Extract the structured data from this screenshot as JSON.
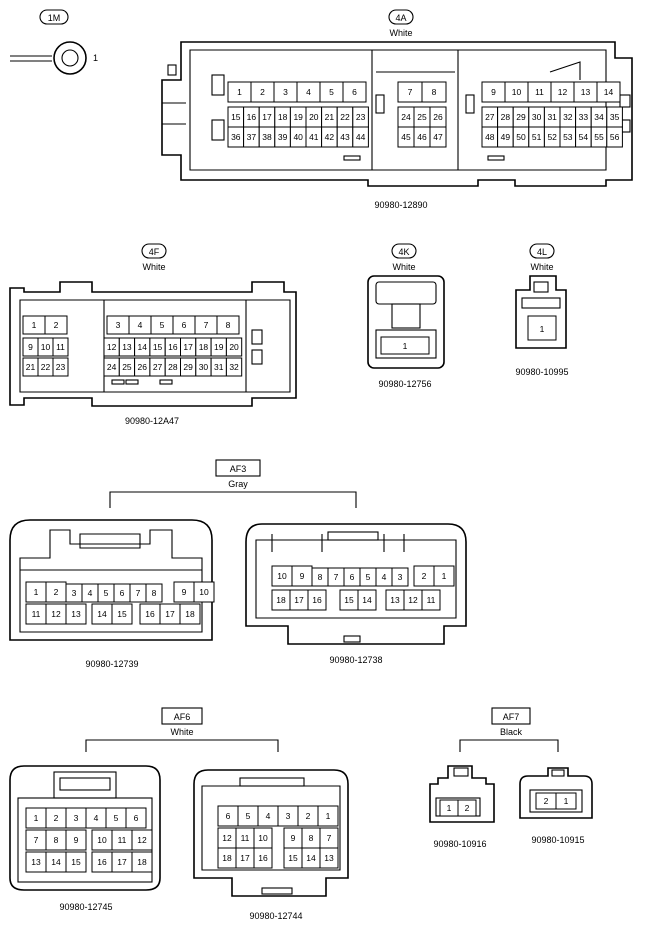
{
  "connectors": {
    "c1m": {
      "code": "1M",
      "pin": "1"
    },
    "c4a": {
      "code": "4A",
      "color": "White",
      "part": "90980-12890",
      "top": [
        [
          "1",
          "2",
          "3",
          "4",
          "5",
          "6"
        ],
        [
          "7",
          "8"
        ],
        [
          "9",
          "10",
          "11",
          "12",
          "13",
          "14"
        ]
      ],
      "mid": [
        [
          "15",
          "16",
          "17",
          "18",
          "19",
          "20",
          "21",
          "22",
          "23"
        ],
        [
          "24",
          "25",
          "26"
        ],
        [
          "27",
          "28",
          "29",
          "30",
          "31",
          "32",
          "33",
          "34",
          "35"
        ]
      ],
      "bot": [
        [
          "36",
          "37",
          "38",
          "39",
          "40",
          "41",
          "42",
          "43",
          "44"
        ],
        [
          "45",
          "46",
          "47"
        ],
        [
          "48",
          "49",
          "50",
          "51",
          "52",
          "53",
          "54",
          "55",
          "56"
        ]
      ]
    },
    "c4f": {
      "code": "4F",
      "color": "White",
      "part": "90980-12A47",
      "left": [
        [
          "1",
          "2"
        ],
        [
          "9",
          "10",
          "11"
        ],
        [
          "21",
          "22",
          "23"
        ]
      ],
      "right": [
        [
          "3",
          "4",
          "5",
          "6",
          "7",
          "8"
        ],
        [
          "12",
          "13",
          "14",
          "15",
          "16",
          "17",
          "18",
          "19",
          "20"
        ],
        [
          "24",
          "25",
          "26",
          "27",
          "28",
          "29",
          "30",
          "31",
          "32"
        ]
      ]
    },
    "c4k": {
      "code": "4K",
      "color": "White",
      "part": "90980-12756",
      "pin": "1"
    },
    "c4l": {
      "code": "4L",
      "color": "White",
      "part": "90980-10995",
      "pin": "1"
    }
  },
  "groups": {
    "af3": {
      "code": "AF3",
      "color": "Gray",
      "left": {
        "part": "90980-12739",
        "top": [
          [
            "1",
            "2"
          ],
          [
            "3",
            "4",
            "5",
            "6",
            "7",
            "8"
          ],
          [
            "9",
            "10"
          ]
        ],
        "bot": [
          [
            "11",
            "12",
            "13"
          ],
          [
            "14",
            "15"
          ],
          [
            "16",
            "17",
            "18"
          ]
        ]
      },
      "right": {
        "part": "90980-12738",
        "top": [
          [
            "10",
            "9"
          ],
          [
            "8",
            "7",
            "6",
            "5",
            "4",
            "3"
          ],
          [
            "2",
            "1"
          ]
        ],
        "bot": [
          [
            "18",
            "17",
            "16"
          ],
          [
            "15",
            "14"
          ],
          [
            "13",
            "12",
            "11"
          ]
        ]
      }
    },
    "af6": {
      "code": "AF6",
      "color": "White",
      "left": {
        "part": "90980-12745",
        "top": [
          "1",
          "2",
          "3",
          "4",
          "5",
          "6"
        ],
        "mid": [
          [
            "7",
            "8",
            "9"
          ],
          [
            "10",
            "11",
            "12"
          ]
        ],
        "bot": [
          [
            "13",
            "14",
            "15"
          ],
          [
            "16",
            "17",
            "18"
          ]
        ]
      },
      "right": {
        "part": "90980-12744",
        "top": [
          "6",
          "5",
          "4",
          "3",
          "2",
          "1"
        ],
        "mid": [
          [
            "12",
            "11",
            "10"
          ],
          [
            "9",
            "8",
            "7"
          ]
        ],
        "bot": [
          [
            "18",
            "17",
            "16"
          ],
          [
            "15",
            "14",
            "13"
          ]
        ]
      }
    },
    "af7": {
      "code": "AF7",
      "color": "Black",
      "left": {
        "part": "90980-10916",
        "pins": [
          "1",
          "2"
        ]
      },
      "right": {
        "part": "90980-10915",
        "pins": [
          "2",
          "1"
        ]
      }
    }
  }
}
